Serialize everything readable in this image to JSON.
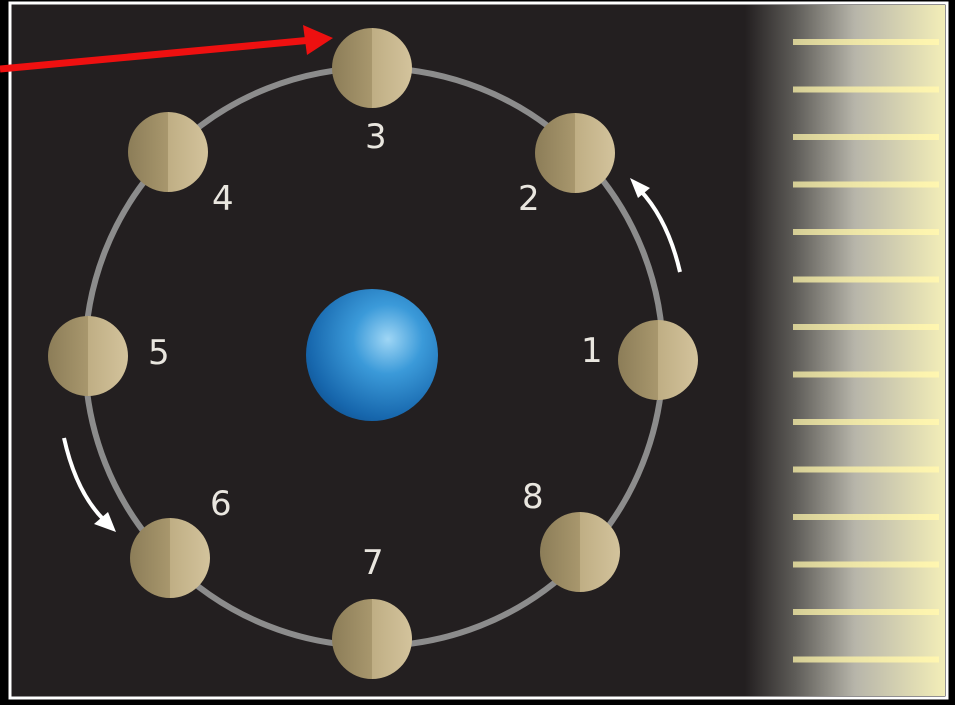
{
  "diagram": {
    "phases": [
      {
        "number": "1"
      },
      {
        "number": "2"
      },
      {
        "number": "3"
      },
      {
        "number": "4"
      },
      {
        "number": "5"
      },
      {
        "number": "6"
      },
      {
        "number": "7"
      },
      {
        "number": "8"
      }
    ],
    "colors": {
      "background": "#000000",
      "panel": "#231f20",
      "orbit": "#8c8c8c",
      "earth": "#1f80c8",
      "moon": "#b5a47a",
      "sunlight": "#f6eeaa",
      "pointer_arrow": "#ee1010",
      "rotation_arrow": "#ffffff",
      "label": "#e9e6df"
    },
    "icons": {
      "pointer": "red-arrow-icon",
      "rotation": "curved-arrow-icon"
    }
  }
}
